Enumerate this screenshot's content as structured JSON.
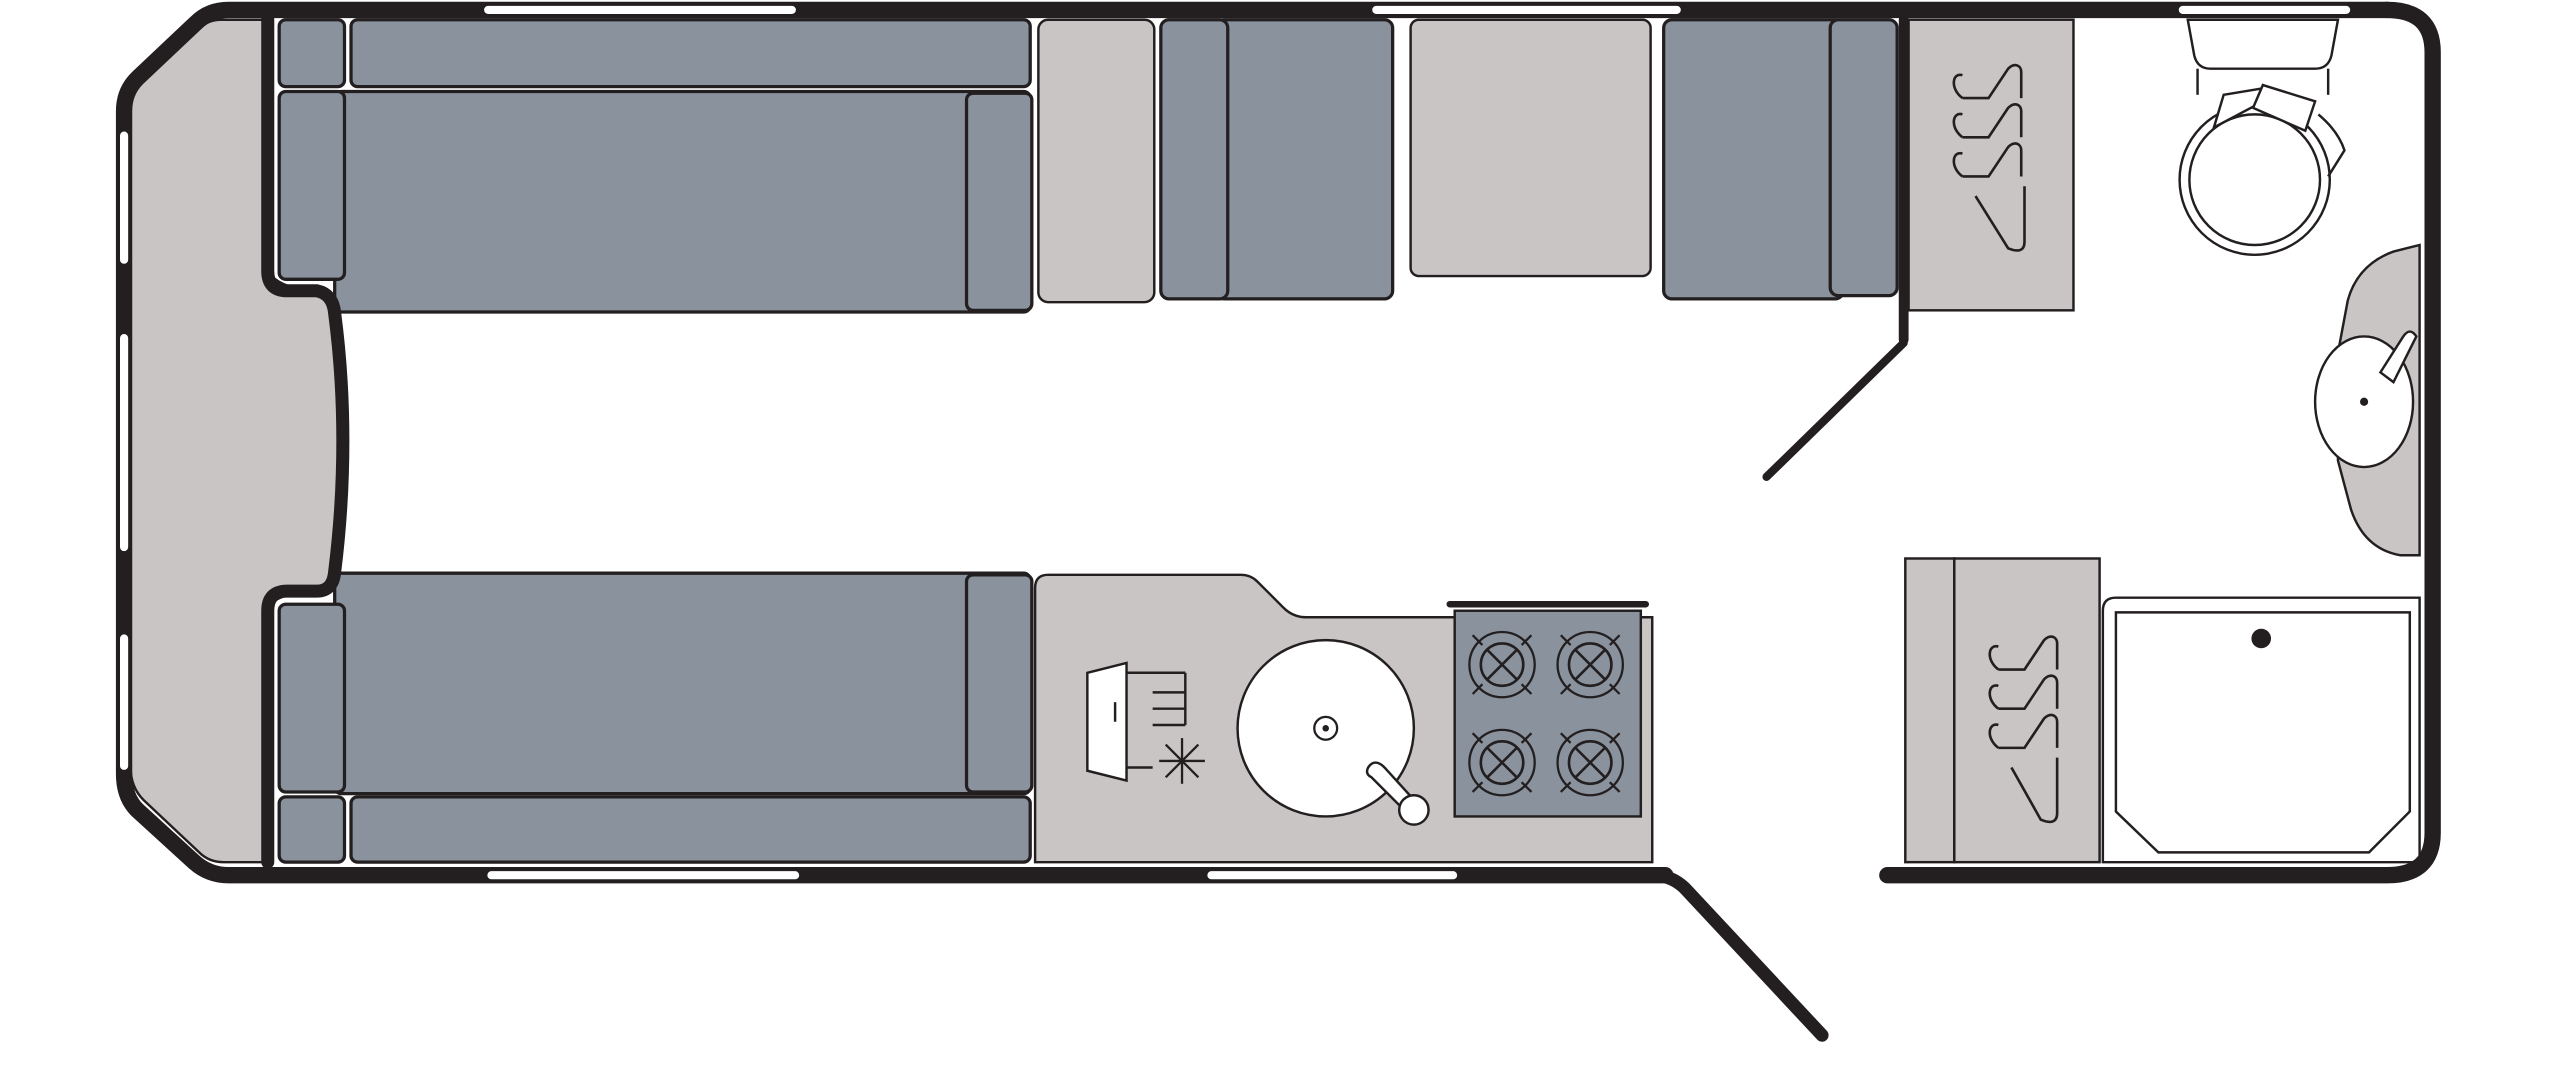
{
  "diagram": {
    "kind": "caravan-floorplan",
    "labels": [],
    "colors": {
      "wall": "#231f20",
      "upholstery": "#8a939d",
      "furniture": "#c9c5c4",
      "background": "#ffffff",
      "line": "#231f20",
      "window": "#ffffff"
    },
    "areas": [
      {
        "id": "front-lounge",
        "icons": [
          "sofa-icon"
        ]
      },
      {
        "id": "kitchen",
        "icons": [
          "fridge-icon",
          "sink-icon",
          "hob-icon",
          "snowflake-icon"
        ]
      },
      {
        "id": "side-dinette",
        "icons": [
          "seat-icon"
        ]
      },
      {
        "id": "wardrobe",
        "icons": [
          "hanger-icon"
        ]
      },
      {
        "id": "washroom",
        "icons": [
          "toilet-icon",
          "basin-icon",
          "shower-tray-icon"
        ]
      }
    ]
  }
}
